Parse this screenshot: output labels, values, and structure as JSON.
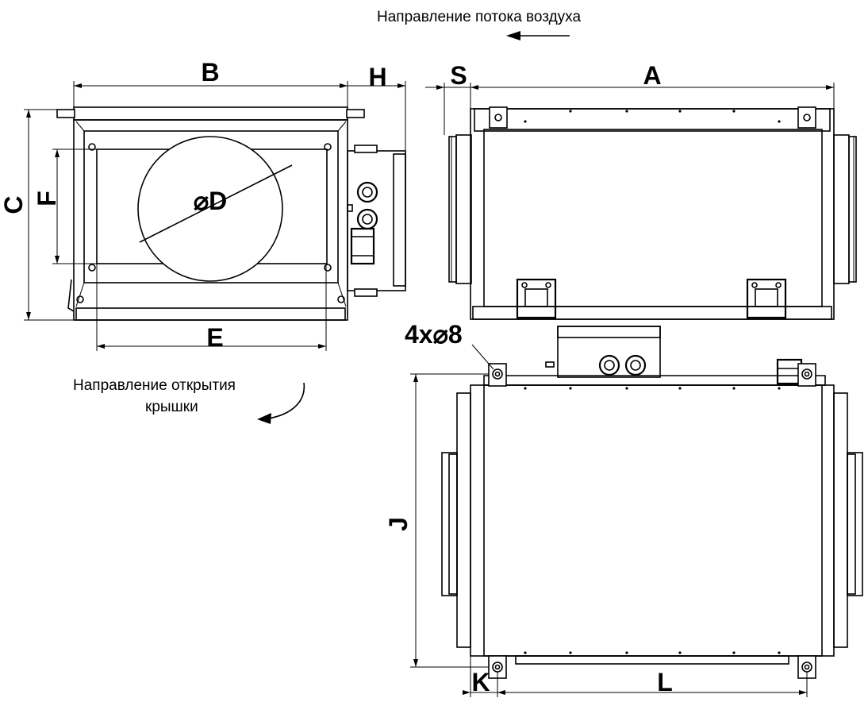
{
  "notes": {
    "airflow": "Направление потока воздуха",
    "lid_line1": "Направление открытия",
    "lid_line2": "крышки"
  },
  "dimensions": {
    "A": "A",
    "B": "B",
    "C": "C",
    "D": "⌀D",
    "E": "E",
    "F": "F",
    "H": "H",
    "J": "J",
    "K": "K",
    "L": "L",
    "S": "S",
    "holes": "4x⌀8"
  }
}
